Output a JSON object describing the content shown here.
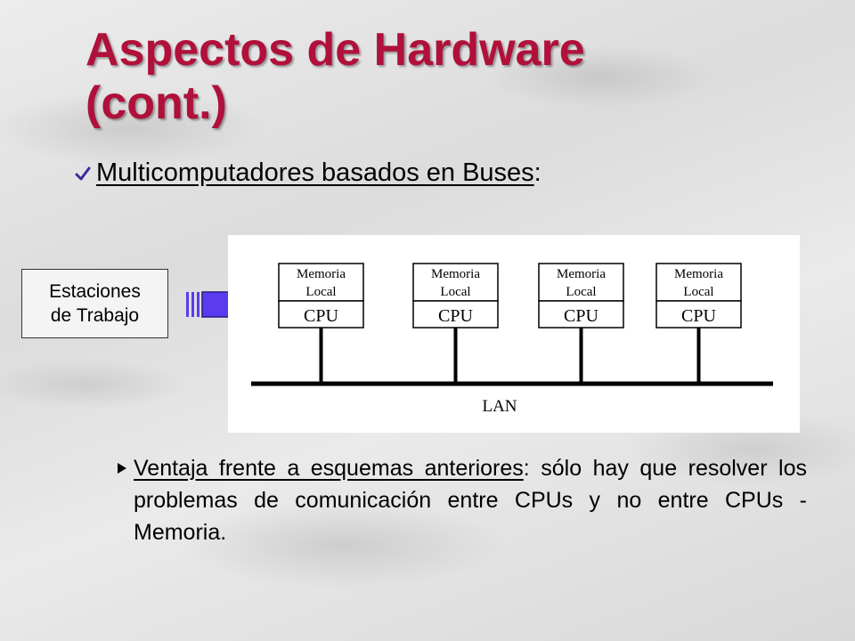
{
  "title": {
    "line1": "Aspectos de Hardware",
    "line2": "(cont.)",
    "color": "#b0103a"
  },
  "bullet1": {
    "icon": "checkmark-icon",
    "icon_color": "#3c2aa0",
    "text": "Multicomputadores basados en Buses",
    "suffix": ":"
  },
  "stations": {
    "line1": "Estaciones",
    "line2": "de Trabajo"
  },
  "arrow": {
    "icon": "arrow-right-icon",
    "color": "#5b3bf0"
  },
  "diagram": {
    "nodes": [
      {
        "memory_label1": "Memoria",
        "memory_label2": "Local",
        "cpu_label": "CPU"
      },
      {
        "memory_label1": "Memoria",
        "memory_label2": "Local",
        "cpu_label": "CPU"
      },
      {
        "memory_label1": "Memoria",
        "memory_label2": "Local",
        "cpu_label": "CPU"
      },
      {
        "memory_label1": "Memoria",
        "memory_label2": "Local",
        "cpu_label": "CPU"
      }
    ],
    "bus_label": "LAN"
  },
  "bullet2": {
    "icon": "triangle-bullet-icon",
    "underlined": "Ventaja frente a esquemas anteriores",
    "rest": ": sólo hay que resolver los problemas de comunicación entre CPUs y no entre CPUs - Memoria."
  }
}
